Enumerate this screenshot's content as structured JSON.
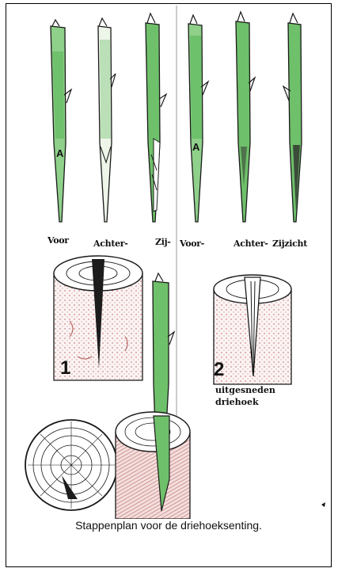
{
  "figure": {
    "labels_set1": [
      "Voor",
      "Achter-",
      "Zij-"
    ],
    "labels_set2": [
      "Voor-",
      "Achter-",
      "Zijzicht"
    ],
    "step1_number": "1",
    "step2_number": "2",
    "step2_note_line1": "uitgesneden",
    "step2_note_line2": "driehoek",
    "caption": "Stappenplan voor de driehoeksenting."
  },
  "colors": {
    "stem_green": "#5cb85a",
    "stump_red": "#c98a85",
    "outline": "#1a1a1a"
  },
  "icons": [
    "scion-stick",
    "tree-stump",
    "split-stump",
    "stump-cross-section"
  ]
}
